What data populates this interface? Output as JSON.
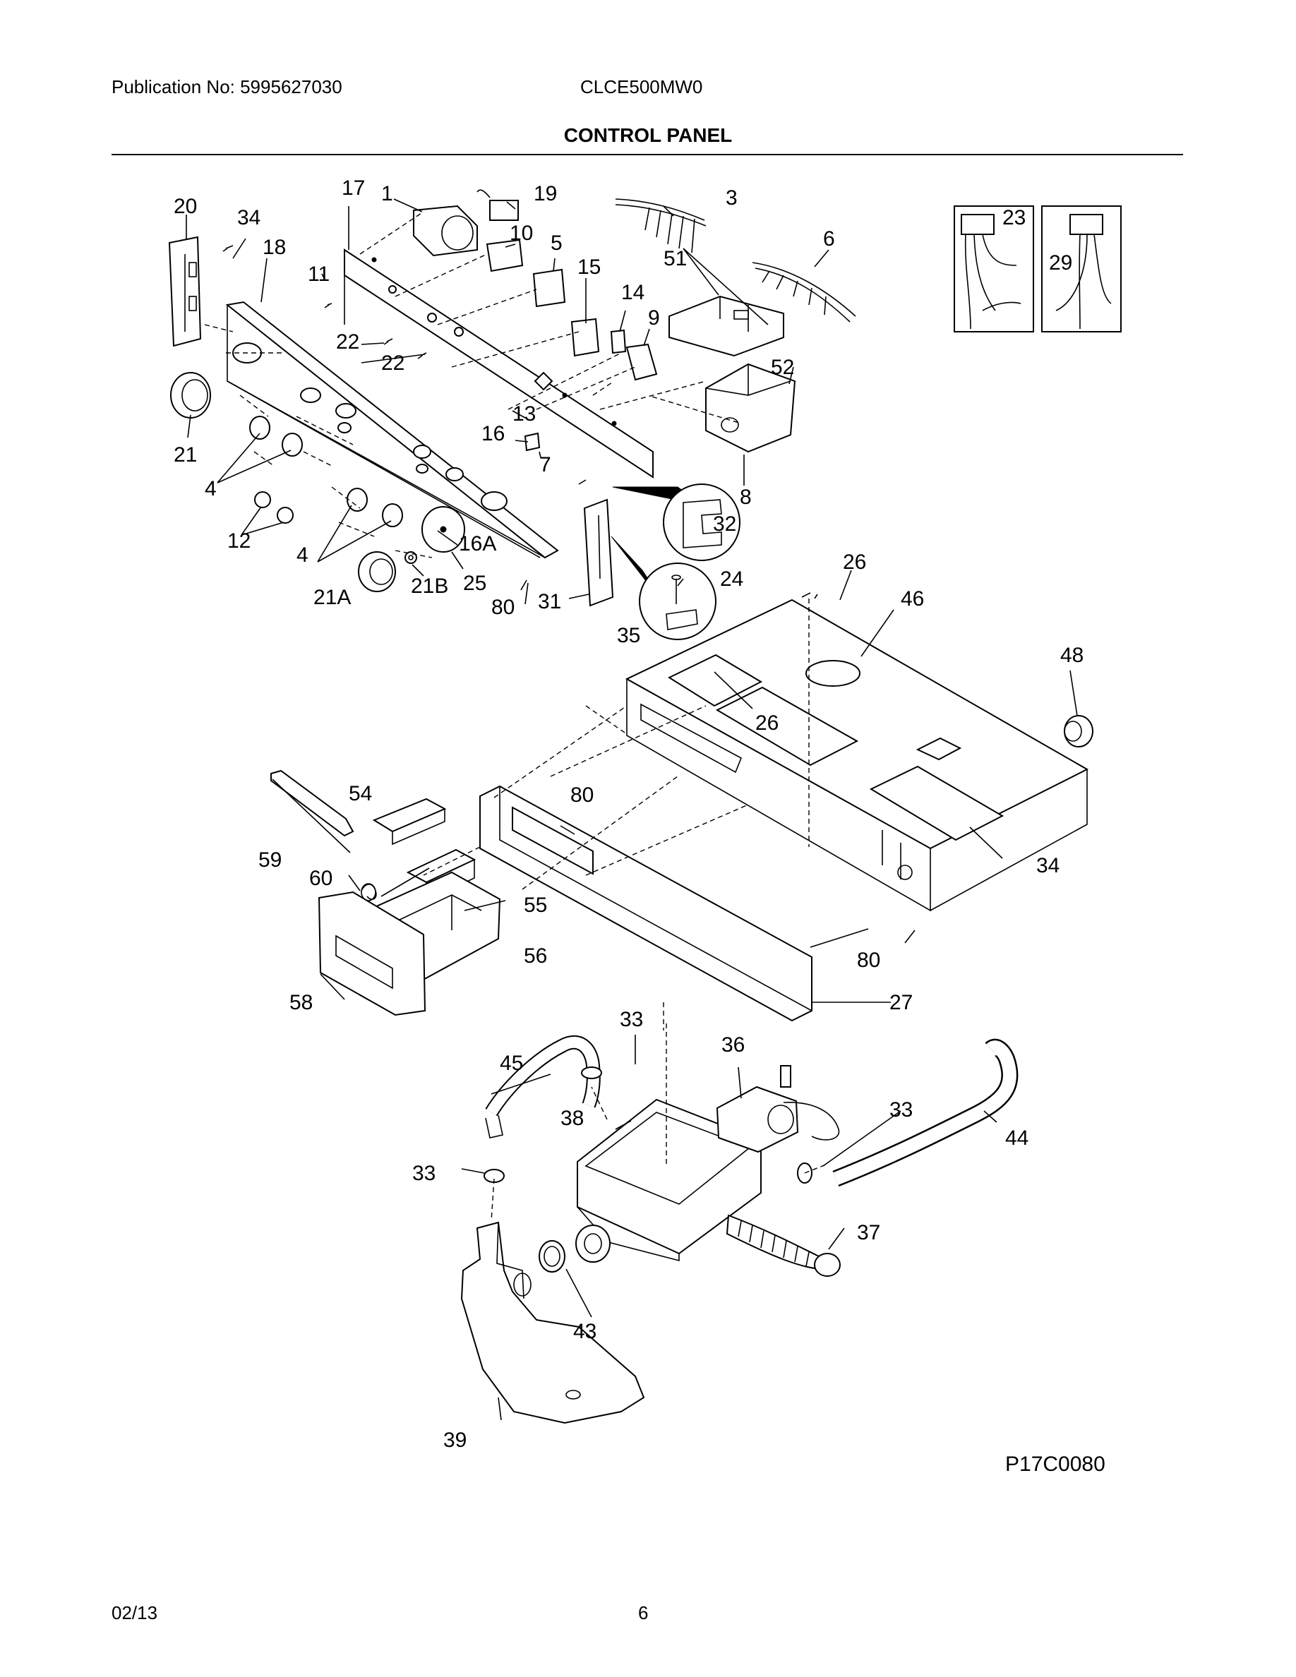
{
  "header": {
    "publication": "Publication No: 5995627030",
    "model": "CLCE500MW0",
    "title": "CONTROL PANEL"
  },
  "footer": {
    "date": "02/13",
    "page": "6"
  },
  "figure_id": "P17C0080",
  "callouts": [
    "20",
    "34",
    "17",
    "1",
    "19",
    "3",
    "18",
    "11",
    "10",
    "5",
    "15",
    "51",
    "6",
    "14",
    "9",
    "22",
    "22",
    "52",
    "13",
    "16",
    "7",
    "21",
    "4",
    "12",
    "4",
    "8",
    "32",
    "16A",
    "21A",
    "21B",
    "25",
    "80",
    "31",
    "24",
    "35",
    "26",
    "46",
    "26",
    "48",
    "80",
    "54",
    "59",
    "60",
    "55",
    "56",
    "58",
    "34",
    "80",
    "27",
    "33",
    "36",
    "45",
    "38",
    "33",
    "33",
    "44",
    "37",
    "43",
    "39",
    "23",
    "29"
  ]
}
